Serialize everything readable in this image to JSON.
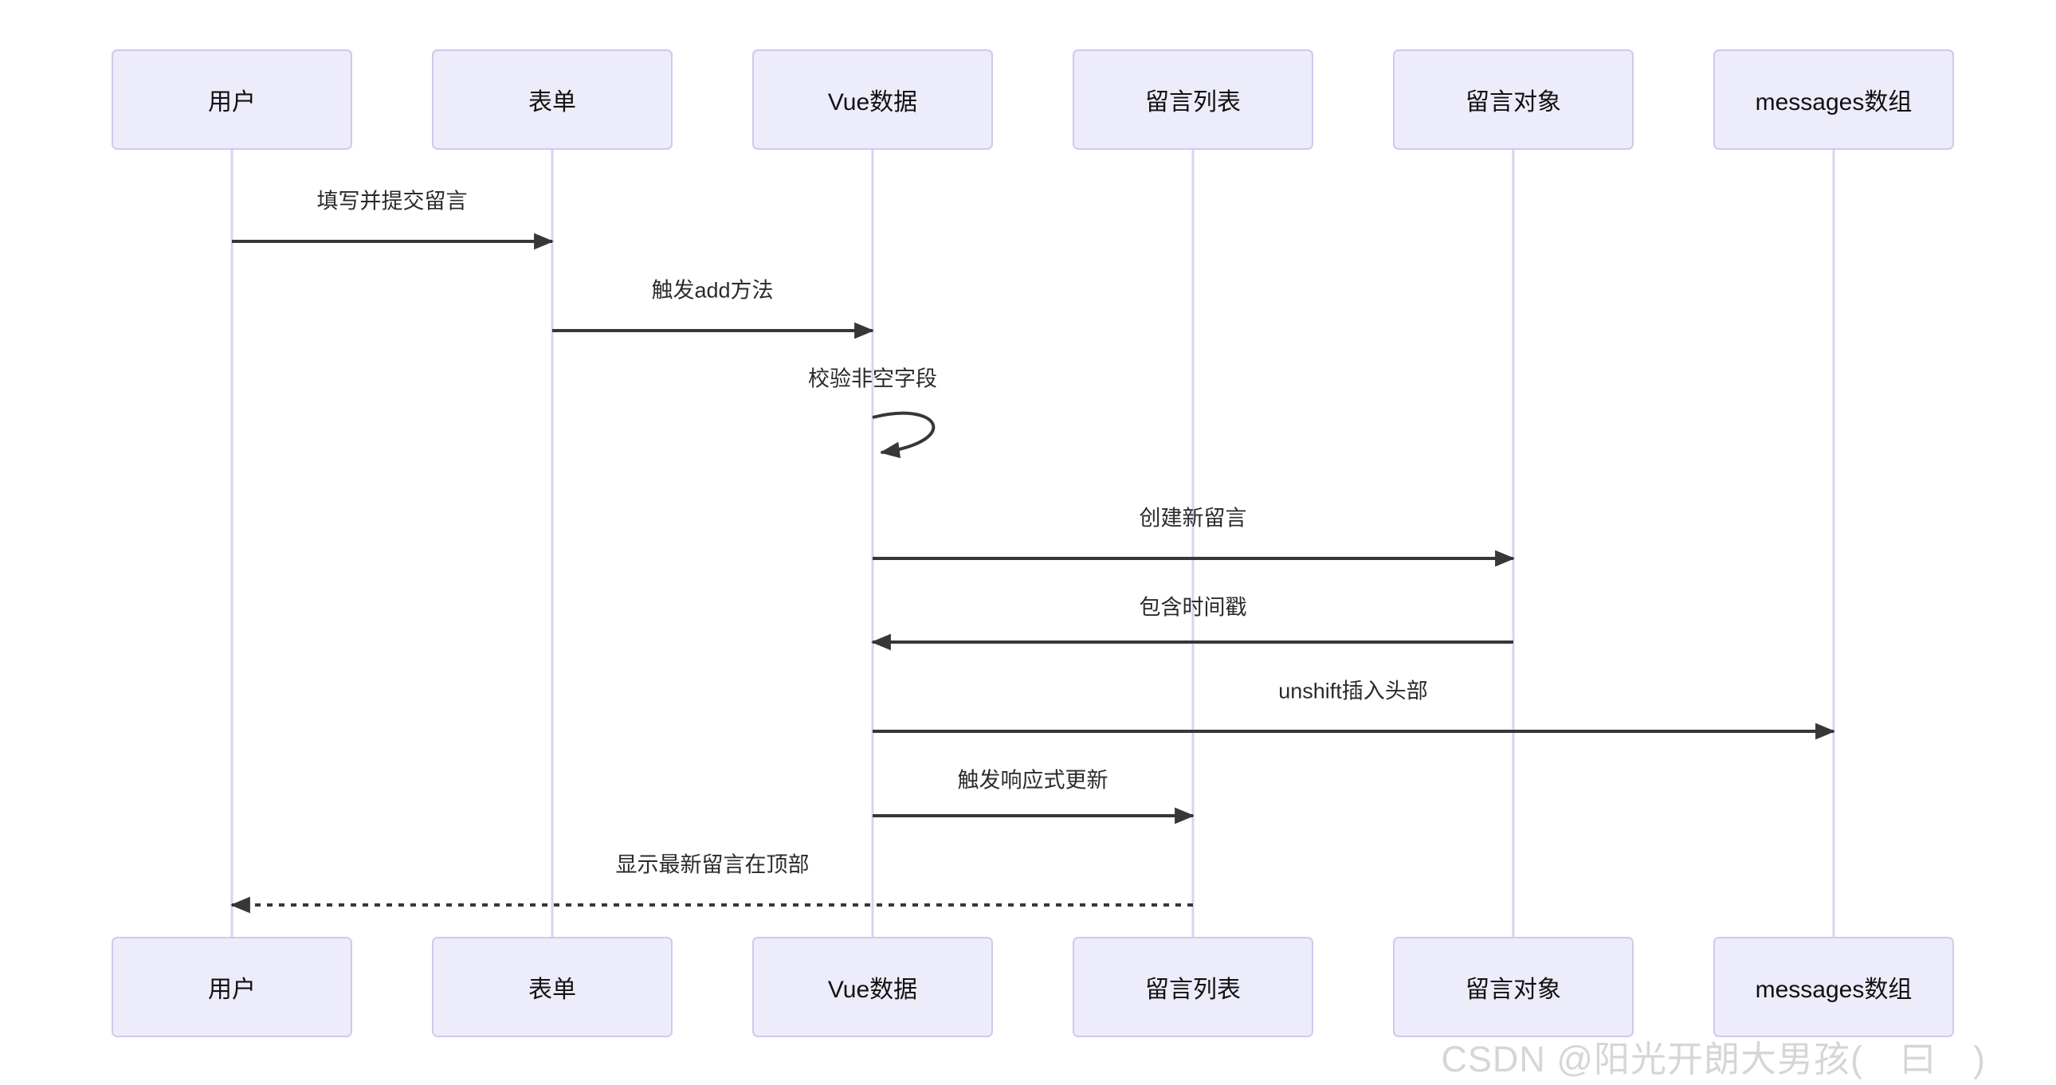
{
  "diagram": {
    "type": "sequence-diagram",
    "actors": [
      {
        "id": "user",
        "label": "用户"
      },
      {
        "id": "form",
        "label": "表单"
      },
      {
        "id": "vue-data",
        "label": "Vue数据"
      },
      {
        "id": "message-list",
        "label": "留言列表"
      },
      {
        "id": "message-object",
        "label": "留言对象"
      },
      {
        "id": "messages-array",
        "label": "messages数组"
      }
    ],
    "messages": [
      {
        "from": "用户",
        "to": "表单",
        "label": "填写并提交留言",
        "line": "solid"
      },
      {
        "from": "表单",
        "to": "Vue数据",
        "label": "触发add方法",
        "line": "solid"
      },
      {
        "from": "Vue数据",
        "to": "Vue数据",
        "label": "校验非空字段",
        "line": "self-loop"
      },
      {
        "from": "Vue数据",
        "to": "留言对象",
        "label": "创建新留言",
        "line": "solid"
      },
      {
        "from": "留言对象",
        "to": "Vue数据",
        "label": "包含时间戳",
        "line": "solid"
      },
      {
        "from": "Vue数据",
        "to": "messages数组",
        "label": "unshift插入头部",
        "line": "solid"
      },
      {
        "from": "Vue数据",
        "to": "留言列表",
        "label": "触发响应式更新",
        "line": "solid"
      },
      {
        "from": "留言列表",
        "to": "用户",
        "label": "显示最新留言在顶部",
        "line": "dashed"
      }
    ],
    "colors": {
      "actor_fill": "#ECECFB",
      "actor_border": "#D2C8EC",
      "lifeline": "#D9D3EF",
      "arrow": "#373737",
      "label_text": "#2b2b2b",
      "actor_text": "#111111",
      "watermark_text": "#d6d6d6",
      "background": "#ffffff"
    }
  },
  "watermark": {
    "text": "CSDN @阳光开朗大男孩(　曰　)"
  }
}
